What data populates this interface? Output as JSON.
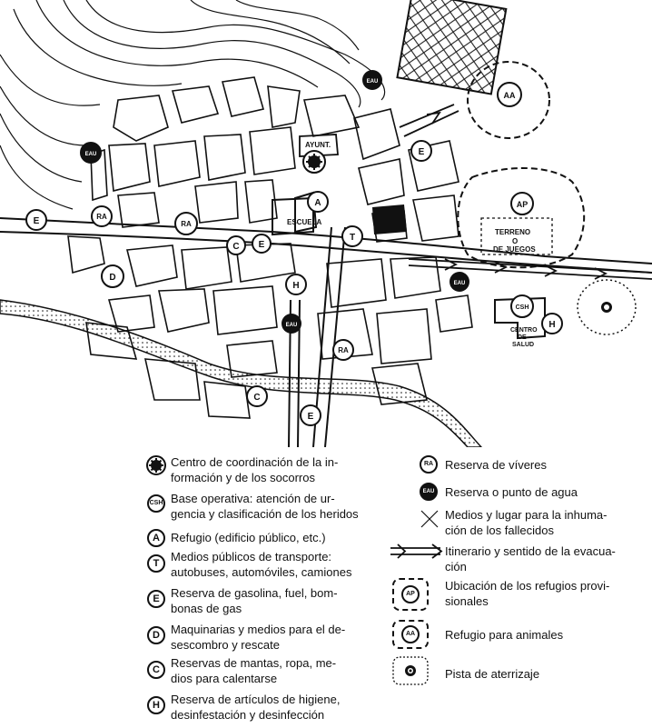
{
  "map": {
    "symbols": {
      "E": "E",
      "RA": "RA",
      "AA": "AA",
      "AP": "AP",
      "CSH": "CSH",
      "A": "A",
      "T": "T",
      "D": "D",
      "C": "C",
      "H": "H",
      "EAU": "EAU"
    },
    "labels": {
      "ayunt": "AYUNT.",
      "escuela": "ESCUELA",
      "terreno": "TERRENO",
      "terreno_o": "O",
      "terreno_juegos": "DE JUEGOS",
      "centro": "CENTRO",
      "centro_de": "DE",
      "centro_salud": "SALUD"
    }
  },
  "legend": {
    "left": [
      {
        "symbol": "",
        "icon": "star-circle-icon",
        "lines": [
          "Centro de coordinación de la in-",
          "formación y de los socorros"
        ]
      },
      {
        "symbol": "CSH",
        "icon": "circle-icon",
        "lines": [
          "Base operativa: atención de ur-",
          "gencia y clasificación de los heridos"
        ]
      },
      {
        "symbol": "A",
        "icon": "circle-icon",
        "lines": [
          "Refugio (edificio público, etc.)"
        ]
      },
      {
        "symbol": "T",
        "icon": "circle-icon",
        "lines": [
          "Medios públicos de transporte:",
          "autobuses, automóviles, camiones"
        ]
      },
      {
        "symbol": "E",
        "icon": "circle-icon",
        "lines": [
          "Reserva de gasolina, fuel, bom-",
          "bonas de gas"
        ]
      },
      {
        "symbol": "D",
        "icon": "circle-icon",
        "lines": [
          "Maquinarias y medios para el de-",
          "sescombro y rescate"
        ]
      },
      {
        "symbol": "C",
        "icon": "circle-icon",
        "lines": [
          "Reservas de mantas, ropa, me-",
          "dios para calentarse"
        ]
      },
      {
        "symbol": "H",
        "icon": "circle-icon",
        "lines": [
          "Reserva de artículos de higiene,",
          "desinfestación y desinfección"
        ]
      }
    ],
    "right": [
      {
        "symbol": "RA",
        "icon": "circle-icon",
        "lines": [
          "Reserva de víveres"
        ]
      },
      {
        "symbol": "EAU",
        "icon": "dark-circle-icon",
        "lines": [
          "Reserva o punto de agua"
        ]
      },
      {
        "symbol": "",
        "icon": "cross-icon",
        "lines": [
          "Medios y lugar para la inhuma-",
          "ción de los fallecidos"
        ]
      },
      {
        "symbol": "",
        "icon": "arrow-icon",
        "lines": [
          "Itinerario y sentido de la evacua-",
          "ción"
        ]
      },
      {
        "symbol": "AP",
        "icon": "dashed-box-icon",
        "lines": [
          "Ubicación de los refugios provi-",
          "sionales"
        ]
      },
      {
        "symbol": "AA",
        "icon": "dashed-box-icon",
        "lines": [
          "Refugio para animales"
        ]
      },
      {
        "symbol": "",
        "icon": "airstrip-icon",
        "lines": [
          "Pista de aterrizaje"
        ]
      }
    ]
  }
}
